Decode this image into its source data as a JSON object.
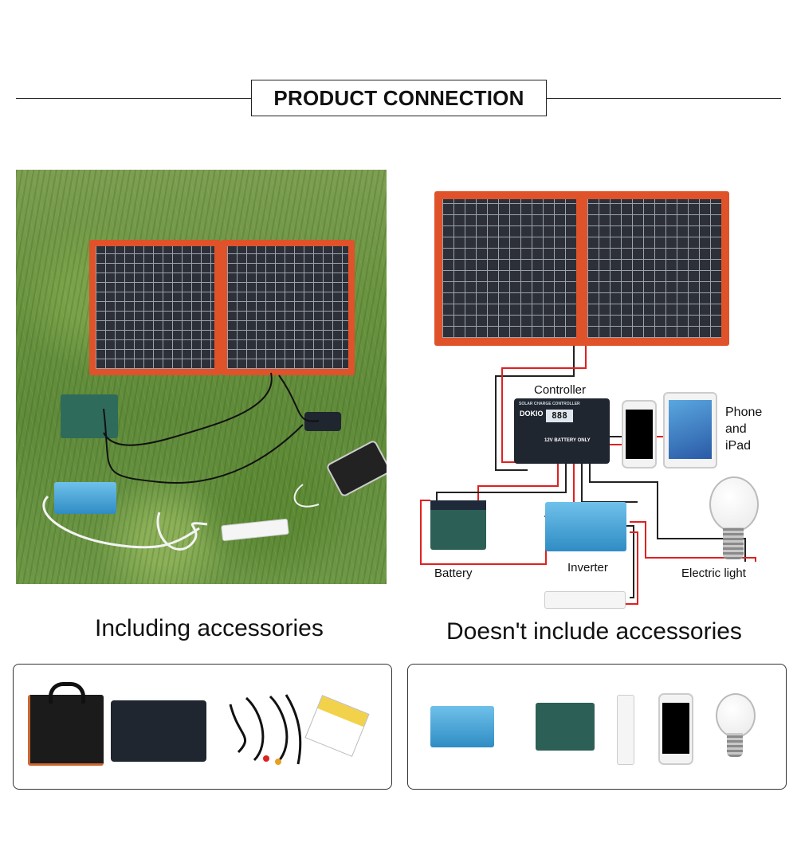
{
  "header": {
    "title": "PRODUCT CONNECTION"
  },
  "diagram": {
    "controller_label": "Controller",
    "phone_label": "Phone\nand\niPad",
    "battery_label": "Battery",
    "inverter_label": "Inverter",
    "light_label": "Electric light",
    "controller_screen_text": "SOLAR CHARGE CONTROLLER",
    "controller_display": "888",
    "controller_footer": "12V BATTERY ONLY",
    "brand": "DOKIO"
  },
  "captions": {
    "left": "Including accessories",
    "right": "Doesn't include accessories"
  },
  "colors": {
    "panel_frame": "#e0522a",
    "wire_red": "#e02020",
    "wire_black": "#222222",
    "inverter_blue": "#3a9ad6"
  }
}
